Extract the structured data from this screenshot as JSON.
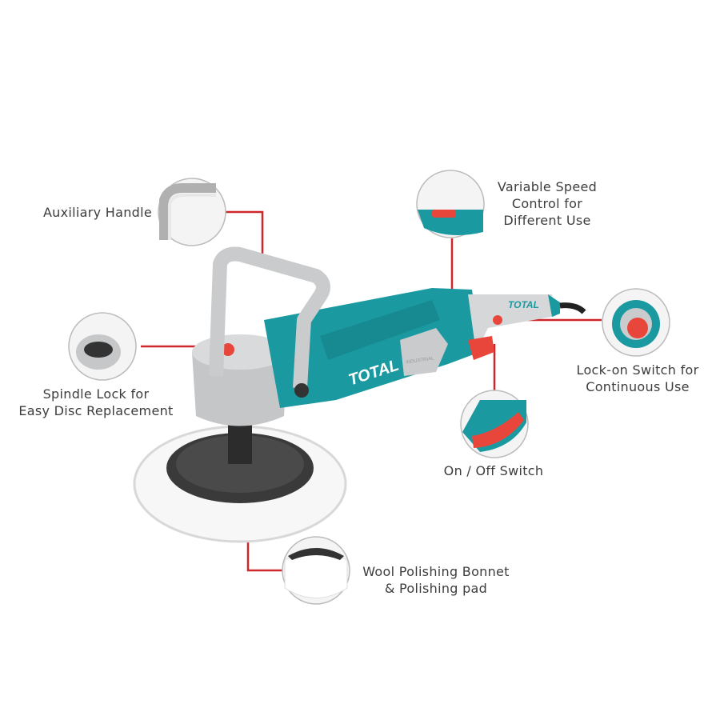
{
  "brand": "TOTAL",
  "plate_text": "INDUSTRIAL",
  "colors": {
    "accent": "#1a9aa0",
    "callout_line": "#d0262a",
    "text": "#3d3d3d",
    "body_grey": "#c9cbcd"
  },
  "callouts": [
    {
      "id": "auxiliary-handle",
      "lines": [
        "Auxiliary Handle"
      ]
    },
    {
      "id": "variable-speed",
      "lines": [
        "Variable Speed",
        "Control for",
        "Different Use"
      ]
    },
    {
      "id": "spindle-lock",
      "lines": [
        "Spindle Lock for",
        "Easy Disc Replacement"
      ]
    },
    {
      "id": "lock-on-switch",
      "lines": [
        "Lock-on Switch for",
        "Continuous Use"
      ]
    },
    {
      "id": "on-off-switch",
      "lines": [
        "On / Off Switch"
      ]
    },
    {
      "id": "wool-bonnet",
      "lines": [
        "Wool Polishing Bonnet",
        "& Polishing pad"
      ]
    }
  ]
}
